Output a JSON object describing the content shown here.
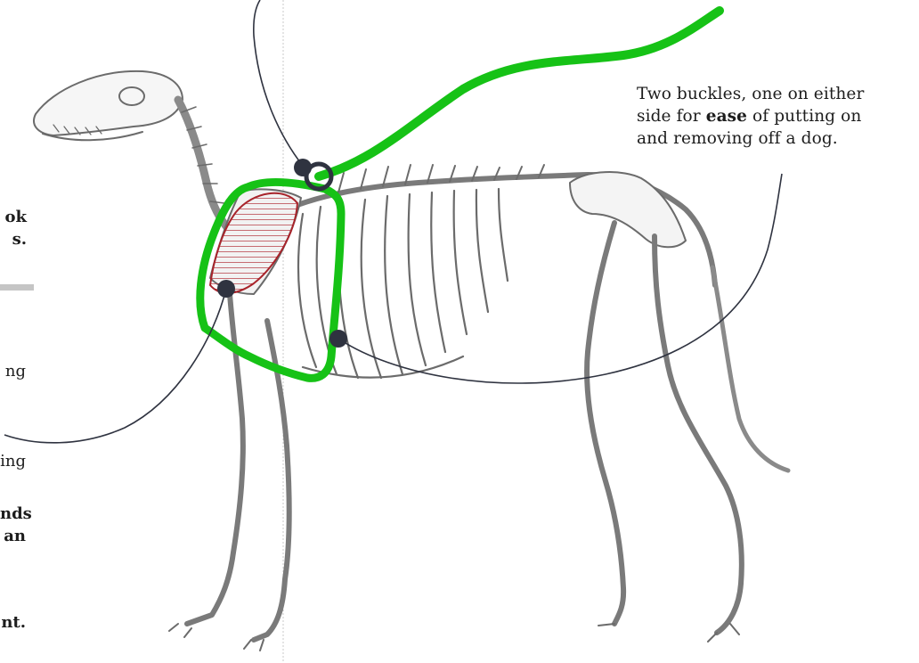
{
  "callout_buckles": {
    "line1": "Two buckles, one on either",
    "line2_pre": "side for ",
    "line2_bold": "ease",
    "line2_post": " of putting on",
    "line3": "and removing off a dog."
  },
  "left_fragments": {
    "f1a": "ok",
    "f1b": "s.",
    "f2": "ng",
    "f3": "ing",
    "f4a": "nds",
    "f4b": "an",
    "f5": "nt."
  },
  "colors": {
    "harness": "#16c216",
    "pad_outline": "#a8242b",
    "pointer": "#2f3340",
    "bone": "#6b6b6b"
  }
}
